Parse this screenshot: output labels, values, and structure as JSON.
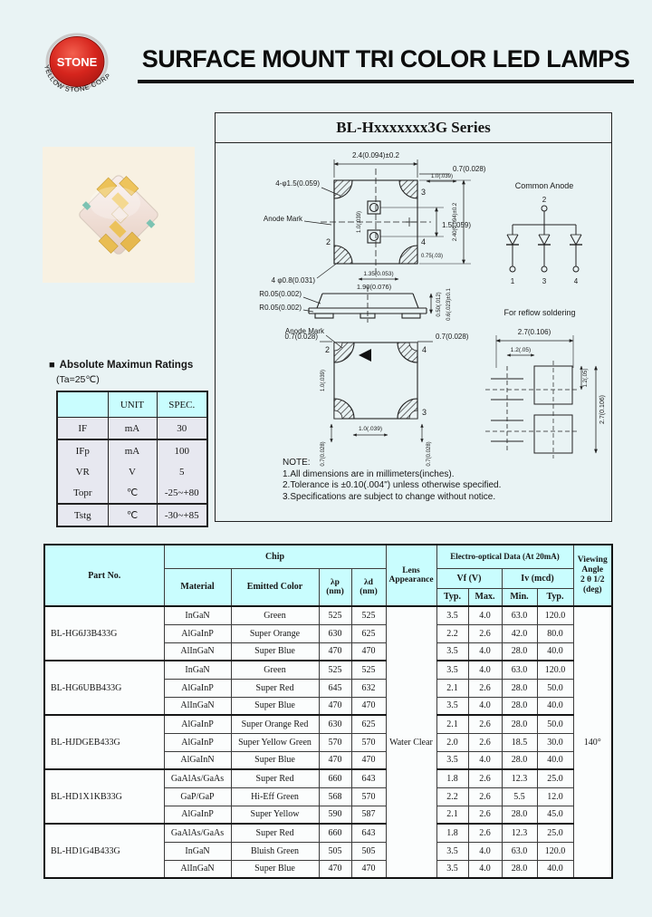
{
  "colors": {
    "page_bg": "#e9f3f4",
    "table_header_bg": "#c9fdfe",
    "ratings_body_bg": "#e7e8f0",
    "logo_red": "#d6251d",
    "photo_bg": "#f8f1e2",
    "pad_gold": "#ecc258"
  },
  "header": {
    "title": "SURFACE MOUNT TRI COLOR LED LAMPS",
    "logo_text": "STONE",
    "logo_subtext": "YELLOW STONE CORP."
  },
  "series": {
    "title": "BL-Hxxxxxxx3G Series"
  },
  "drawing": {
    "top_view": {
      "dim_width": "2.4(0.094)±0.2",
      "dim_width_inner": "1.0(.039)",
      "dim_right_offset": "0.7(0.028)",
      "hole_label": "4-φ1.5(0.059)",
      "anode_label": "Anode Mark",
      "dim_pad_pitch": "1.5(.059)",
      "dim_height_vert": "2.40(0.094)±0.2",
      "dim_inner_vert": "1.0(.039)",
      "hole_label2": "4 φ0.8(0.031)",
      "dim_135": "1.35(0.053)",
      "dim_075": "0.75(.03)",
      "pin2": "2",
      "pin3": "3",
      "pin4": "4"
    },
    "side_view": {
      "dim_width": "1.90(0.076)",
      "radius1": "R0.05(0.002)",
      "radius2": "R0.05(0.002)",
      "dim_v1": "0.50(.012)",
      "dim_v2": "0.6(.023)±0.1"
    },
    "bottom_view": {
      "anode_label": "Anode Mark",
      "dim_left": "0.7(0.028)",
      "dim_right": "0.7(0.028)",
      "dim_pad_v": "1.0(.039)",
      "dim_pad_h": "1.0(.039)",
      "dim_bl": "0.7(0.028)",
      "dim_br": "0.7(0.028)",
      "pin2": "2",
      "pin3": "3",
      "pin4": "4"
    },
    "circuit": {
      "title": "Common Anode",
      "top_pin": "2",
      "bottom_pins": [
        "1",
        "3",
        "4"
      ]
    },
    "reflow": {
      "title": "For reflow soldering",
      "dim_width": "2.7(0.106)",
      "dim_width_inner": "1.2(.05)",
      "dim_height": "2.7(0.106)",
      "dim_height_inner": "1.2(.05)"
    }
  },
  "ratings": {
    "bullet": "■",
    "heading": "Absolute Maximun Ratings",
    "condition": "(Ta=25℃)",
    "col_headers": [
      "UNIT",
      "SPEC."
    ],
    "rows": [
      {
        "param": "IF",
        "unit": "mA",
        "spec": "30"
      },
      {
        "param": "IFp",
        "unit": "mA",
        "spec": "100"
      },
      {
        "param": "VR",
        "unit": "V",
        "spec": "5"
      },
      {
        "param": "Topr",
        "unit": "℃",
        "spec": "-25~+80"
      },
      {
        "param": "Tstg",
        "unit": "℃",
        "spec": "-30~+85"
      }
    ]
  },
  "note": {
    "title": "NOTE:",
    "lines": [
      "1.All dimensions are in millimeters(inches).",
      "2.Tolerance is ±0.10(.004\") unless otherwise specified.",
      "3.Specifications are subject to change without notice."
    ]
  },
  "spec_table": {
    "headers": {
      "part_no": "Part No.",
      "chip": "Chip",
      "material": "Material",
      "emitted_color": "Emitted Color",
      "lambda_p": "λp",
      "lambda_p_unit": "(nm)",
      "lambda_d": "λd",
      "lambda_d_unit": "(nm)",
      "lens_line1": "Lens",
      "lens_line2": "Appearance",
      "eod": "Electro-optical Data (At 20mA)",
      "vf": "Vf (V)",
      "iv": "Iv (mcd)",
      "typ": "Typ.",
      "max": "Max.",
      "min": "Min.",
      "typ2": "Typ.",
      "viewing_lines": [
        "Viewing",
        "Angle",
        "2 θ 1/2",
        "(deg)"
      ]
    },
    "lens_value": "Water Clear",
    "viewing_value": "140°",
    "groups": [
      {
        "part": "BL-HG6J3B433G",
        "rows": [
          {
            "material": "InGaN",
            "color": "Green",
            "lp": "525",
            "ld": "525",
            "vf_typ": "3.5",
            "vf_max": "4.0",
            "iv_min": "63.0",
            "iv_typ": "120.0"
          },
          {
            "material": "AlGaInP",
            "color": "Super Orange",
            "lp": "630",
            "ld": "625",
            "vf_typ": "2.2",
            "vf_max": "2.6",
            "iv_min": "42.0",
            "iv_typ": "80.0"
          },
          {
            "material": "AlInGaN",
            "color": "Super Blue",
            "lp": "470",
            "ld": "470",
            "vf_typ": "3.5",
            "vf_max": "4.0",
            "iv_min": "28.0",
            "iv_typ": "40.0"
          }
        ]
      },
      {
        "part": "BL-HG6UBB433G",
        "rows": [
          {
            "material": "InGaN",
            "color": "Green",
            "lp": "525",
            "ld": "525",
            "vf_typ": "3.5",
            "vf_max": "4.0",
            "iv_min": "63.0",
            "iv_typ": "120.0"
          },
          {
            "material": "AlGaInP",
            "color": "Super Red",
            "lp": "645",
            "ld": "632",
            "vf_typ": "2.1",
            "vf_max": "2.6",
            "iv_min": "28.0",
            "iv_typ": "50.0"
          },
          {
            "material": "AlInGaN",
            "color": "Super Blue",
            "lp": "470",
            "ld": "470",
            "vf_typ": "3.5",
            "vf_max": "4.0",
            "iv_min": "28.0",
            "iv_typ": "40.0"
          }
        ]
      },
      {
        "part": "BL-HJDGEB433G",
        "rows": [
          {
            "material": "AlGaInP",
            "color": "Super Orange Red",
            "lp": "630",
            "ld": "625",
            "vf_typ": "2.1",
            "vf_max": "2.6",
            "iv_min": "28.0",
            "iv_typ": "50.0"
          },
          {
            "material": "AlGaInP",
            "color": "Super Yellow Green",
            "lp": "570",
            "ld": "570",
            "vf_typ": "2.0",
            "vf_max": "2.6",
            "iv_min": "18.5",
            "iv_typ": "30.0"
          },
          {
            "material": "AlGaInN",
            "color": "Super Blue",
            "lp": "470",
            "ld": "470",
            "vf_typ": "3.5",
            "vf_max": "4.0",
            "iv_min": "28.0",
            "iv_typ": "40.0"
          }
        ]
      },
      {
        "part": "BL-HD1X1KB33G",
        "rows": [
          {
            "material": "GaAlAs/GaAs",
            "color": "Super Red",
            "lp": "660",
            "ld": "643",
            "vf_typ": "1.8",
            "vf_max": "2.6",
            "iv_min": "12.3",
            "iv_typ": "25.0"
          },
          {
            "material": "GaP/GaP",
            "color": "Hi-Eff Green",
            "lp": "568",
            "ld": "570",
            "vf_typ": "2.2",
            "vf_max": "2.6",
            "iv_min": "5.5",
            "iv_typ": "12.0"
          },
          {
            "material": "AlGaInP",
            "color": "Super Yellow",
            "lp": "590",
            "ld": "587",
            "vf_typ": "2.1",
            "vf_max": "2.6",
            "iv_min": "28.0",
            "iv_typ": "45.0"
          }
        ]
      },
      {
        "part": "BL-HD1G4B433G",
        "rows": [
          {
            "material": "GaAlAs/GaAs",
            "color": "Super Red",
            "lp": "660",
            "ld": "643",
            "vf_typ": "1.8",
            "vf_max": "2.6",
            "iv_min": "12.3",
            "iv_typ": "25.0"
          },
          {
            "material": "InGaN",
            "color": "Bluish Green",
            "lp": "505",
            "ld": "505",
            "vf_typ": "3.5",
            "vf_max": "4.0",
            "iv_min": "63.0",
            "iv_typ": "120.0"
          },
          {
            "material": "AlInGaN",
            "color": "Super Blue",
            "lp": "470",
            "ld": "470",
            "vf_typ": "3.5",
            "vf_max": "4.0",
            "iv_min": "28.0",
            "iv_typ": "40.0"
          }
        ]
      }
    ]
  }
}
